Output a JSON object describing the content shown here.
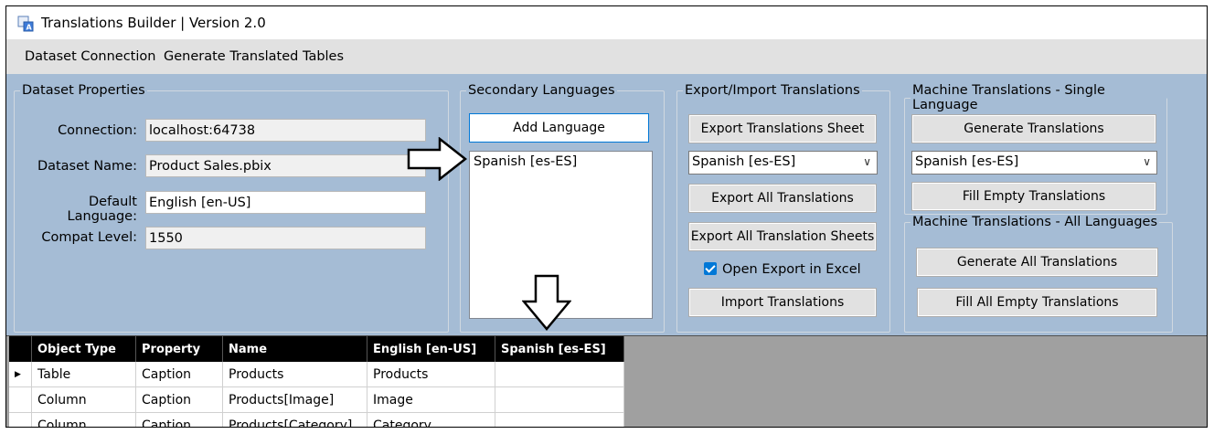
{
  "window": {
    "title": "Translations Builder | Version 2.0"
  },
  "menu": {
    "items": [
      "Dataset Connection",
      "Generate Translated Tables"
    ]
  },
  "dataset_properties": {
    "legend": "Dataset Properties",
    "connection_label": "Connection:",
    "connection_value": "localhost:64738",
    "dataset_name_label": "Dataset Name:",
    "dataset_name_value": "Product Sales.pbix",
    "default_language_label": "Default Language:",
    "default_language_value": "English [en-US]",
    "compat_level_label": "Compat Level:",
    "compat_level_value": "1550"
  },
  "secondary_languages": {
    "legend": "Secondary Languages",
    "add_button": "Add Language",
    "items": [
      "Spanish [es-ES]"
    ]
  },
  "export_import": {
    "legend": "Export/Import Translations",
    "export_sheet_button": "Export Translations Sheet",
    "language_select": "Spanish [es-ES]",
    "export_all_button": "Export All Translations",
    "export_all_sheets_button": "Export All Translation Sheets",
    "open_in_excel_label": "Open Export in Excel",
    "open_in_excel_checked": true,
    "import_button": "Import Translations"
  },
  "machine_single": {
    "legend": "Machine Translations - Single Language",
    "generate_button": "Generate Translations",
    "language_select": "Spanish [es-ES]",
    "fill_empty_button": "Fill Empty Translations"
  },
  "machine_all": {
    "legend": "Machine Translations - All Languages",
    "generate_all_button": "Generate All Translations",
    "fill_all_empty_button": "Fill All Empty Translations"
  },
  "grid": {
    "columns": [
      "Object Type",
      "Property",
      "Name",
      "English [en-US]",
      "Spanish [es-ES]"
    ],
    "rows": [
      [
        "Table",
        "Caption",
        "Products",
        "Products",
        ""
      ],
      [
        "Column",
        "Caption",
        "Products[Image]",
        "Image",
        ""
      ],
      [
        "Column",
        "Caption",
        "Products[Category]",
        "Category",
        ""
      ]
    ]
  },
  "colors": {
    "panel_bg": "#a5bcd5",
    "accent": "#0078d7",
    "grid_header": "#000000"
  }
}
